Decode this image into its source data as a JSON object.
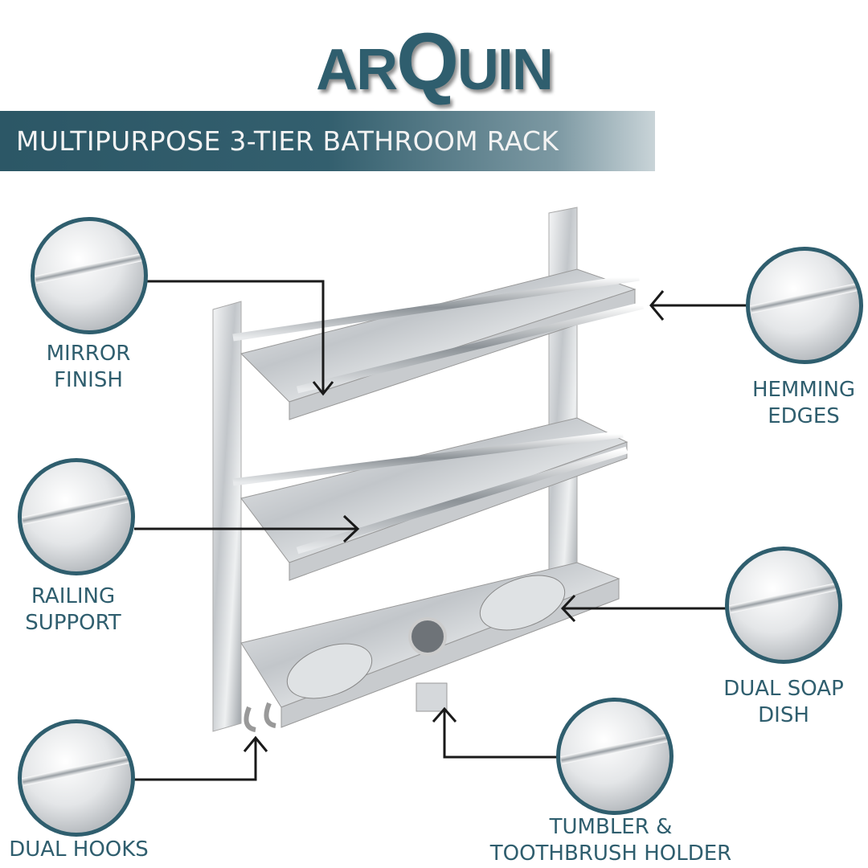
{
  "brand": {
    "logo_text_a": "AR",
    "logo_text_q": "Q",
    "logo_text_b": "UIN"
  },
  "banner": {
    "title": "MULTIPURPOSE 3-TIER BATHROOM RACK"
  },
  "features": [
    {
      "line1": "MIRROR",
      "line2": "FINISH"
    },
    {
      "line1": "RAILING",
      "line2": "SUPPORT"
    },
    {
      "line1": "DUAL HOOKS"
    },
    {
      "line1": "HEMMING",
      "line2": "EDGES"
    },
    {
      "line1": "DUAL SOAP",
      "line2": "DISH"
    },
    {
      "line1": "TUMBLER &",
      "line2": "TOOTHBRUSH HOLDER"
    }
  ],
  "colors": {
    "accent": "#2f5e6e"
  }
}
